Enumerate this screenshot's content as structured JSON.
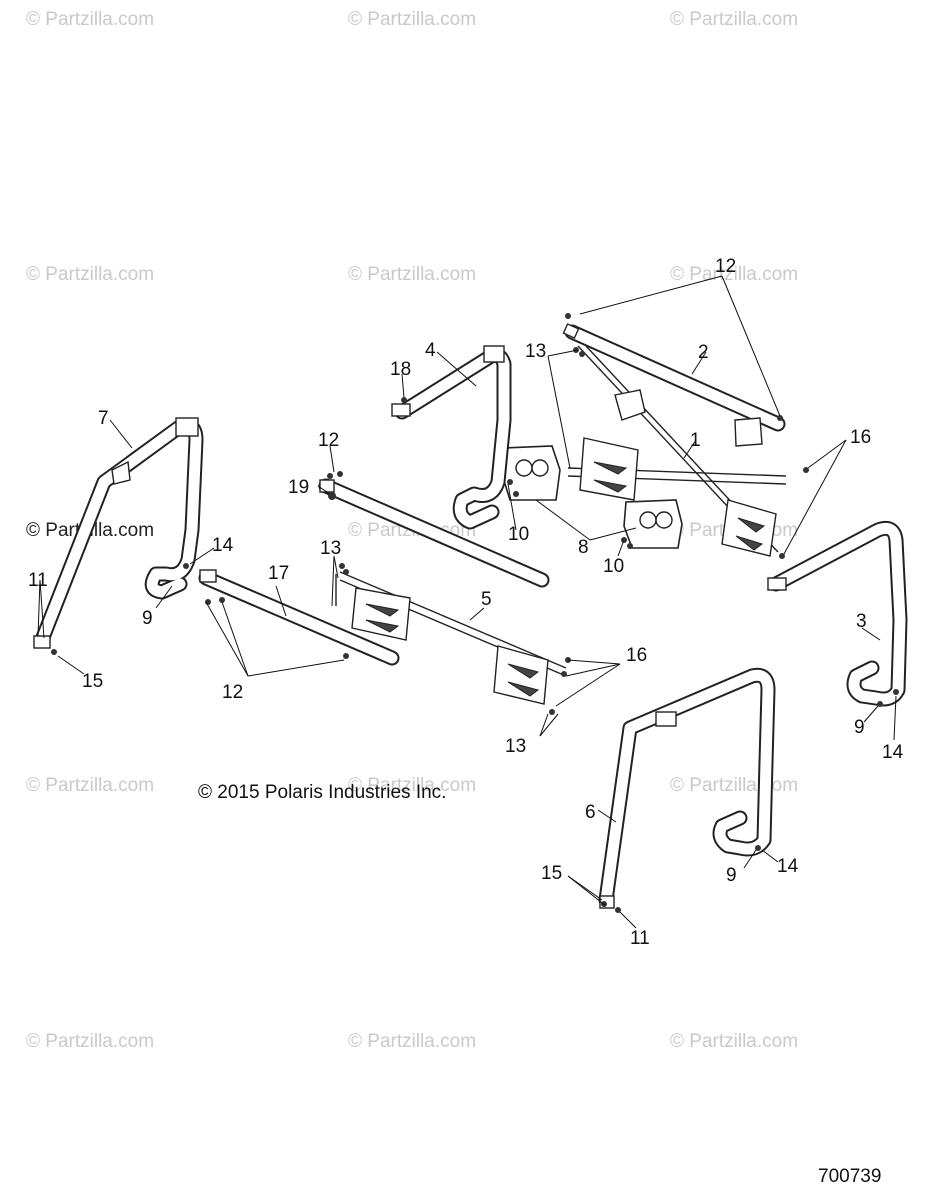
{
  "watermark": {
    "text": "© Partzilla.com",
    "dark_text": "© Partzilla.com"
  },
  "copyright": "© 2015 Polaris Industries Inc.",
  "figure_number": "700739",
  "callouts": [
    {
      "id": "c12a",
      "label": "12"
    },
    {
      "id": "c4",
      "label": "4"
    },
    {
      "id": "c13a",
      "label": "13"
    },
    {
      "id": "c2",
      "label": "2"
    },
    {
      "id": "c18",
      "label": "18"
    },
    {
      "id": "c1",
      "label": "1"
    },
    {
      "id": "c16a",
      "label": "16"
    },
    {
      "id": "c7",
      "label": "7"
    },
    {
      "id": "c12b",
      "label": "12"
    },
    {
      "id": "c19",
      "label": "19"
    },
    {
      "id": "c10a",
      "label": "10"
    },
    {
      "id": "c8",
      "label": "8"
    },
    {
      "id": "c10b",
      "label": "10"
    },
    {
      "id": "c14a",
      "label": "14"
    },
    {
      "id": "c13b",
      "label": "13"
    },
    {
      "id": "c11a",
      "label": "11"
    },
    {
      "id": "c17",
      "label": "17"
    },
    {
      "id": "c5",
      "label": "5"
    },
    {
      "id": "c9a",
      "label": "9"
    },
    {
      "id": "c3",
      "label": "3"
    },
    {
      "id": "c16b",
      "label": "16"
    },
    {
      "id": "c15a",
      "label": "15"
    },
    {
      "id": "c12c",
      "label": "12"
    },
    {
      "id": "c9b",
      "label": "9"
    },
    {
      "id": "c14b",
      "label": "14"
    },
    {
      "id": "c13c",
      "label": "13"
    },
    {
      "id": "c6",
      "label": "6"
    },
    {
      "id": "c15b",
      "label": "15"
    },
    {
      "id": "c9c",
      "label": "9"
    },
    {
      "id": "c14c",
      "label": "14"
    },
    {
      "id": "c11b",
      "label": "11"
    }
  ]
}
